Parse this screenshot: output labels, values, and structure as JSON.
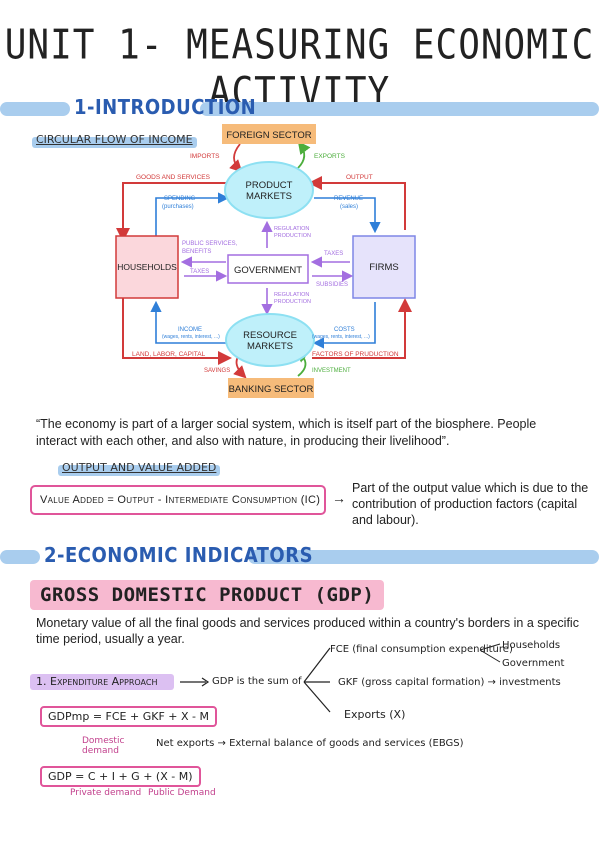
{
  "title": "UNIT 1- MEASURING ECONOMIC ACTIVITY",
  "section1": {
    "label": "1-INTRODUCTION",
    "subheading": "CIRCULAR FLOW OF INCOME"
  },
  "diagram": {
    "nodes": {
      "foreign_sector": "FOREIGN SECTOR",
      "product_markets_1": "PRODUCT",
      "product_markets_2": "MARKETS",
      "households": "HOUSEHOLDS",
      "government": "GOVERNMENT",
      "firms": "FIRMS",
      "resource_markets_1": "RESOURCE",
      "resource_markets_2": "MARKETS",
      "banking_sector": "BANKING SECTOR"
    },
    "labels": {
      "imports": "IMPORTS",
      "exports": "EXPORTS",
      "goods_services": "GOODS AND SERVICES",
      "output": "OUTPUT",
      "spending_1": "SPENDING",
      "spending_2": "(purchases)",
      "revenue_1": "REVENUE",
      "revenue_2": "(sales)",
      "regulation_top_1": "REGULATION",
      "regulation_top_2": "PRODUCTION",
      "public_services_1": "PUBLIC SERVICES,",
      "public_services_2": "BENEFITS",
      "taxes_left": "TAXES",
      "taxes_right": "TAXES",
      "subsidies": "SUBSIDIES",
      "regulation_bottom_1": "REGULATION",
      "regulation_bottom_2": "PRODUCTION",
      "income_1": "INCOME",
      "income_2": "(wages, rents, interest, ...)",
      "costs_1": "COSTS",
      "costs_2": "(wages, rents, interest, ...)",
      "land_labor_capital": "LAND, LABOR, CAPITAL",
      "factors_of_production": "FACTORS OF PRUDUCTION",
      "savings": "SAVINGS",
      "investment": "INVESTMENT"
    },
    "colors": {
      "red": "#d23a3a",
      "blue": "#2f7fd8",
      "purple": "#a36ee0",
      "green": "#4cae3c",
      "orange": "#f6bb7a",
      "cyan": "#8de0f2"
    }
  },
  "quote": "“The economy is part of a larger social system, which is itself part of the biosphere. People interact with each other, and also with nature, in producing their livelihood”.",
  "output_value": {
    "subheading": "OUTPUT AND VALUE ADDED",
    "formula": "Value Added = Output - Intermediate Consumption (IC)",
    "arrow": "→",
    "note": "Part of the output value which is due to the contribution of production factors (capital and labour)."
  },
  "section2": {
    "label": "2-ECONOMIC INDICATORS"
  },
  "gdp": {
    "heading": "GROSS DOMESTIC PRODUCT (GDP)",
    "definition": "Monetary value of all the final goods and services produced within a country's borders in a specific time period, usually a year.",
    "approach": "1. Expenditure Approach",
    "approach_text": "GDP is the sum of",
    "fce": "FCE (final consumption expenditure)",
    "households": "Households",
    "government": "Government",
    "gkf": "GKF (gross capital formation) → investments",
    "exports": "Exports (X)",
    "formula1": "GDPmp = FCE + GKF + X - M",
    "domestic_demand": "Domestic demand",
    "net_exports": "Net exports → External balance of goods and services (EBGS)",
    "formula2": "GDP = C + I + G + (X - M)",
    "private_demand": "Private demand",
    "public_demand": "Public Demand"
  }
}
